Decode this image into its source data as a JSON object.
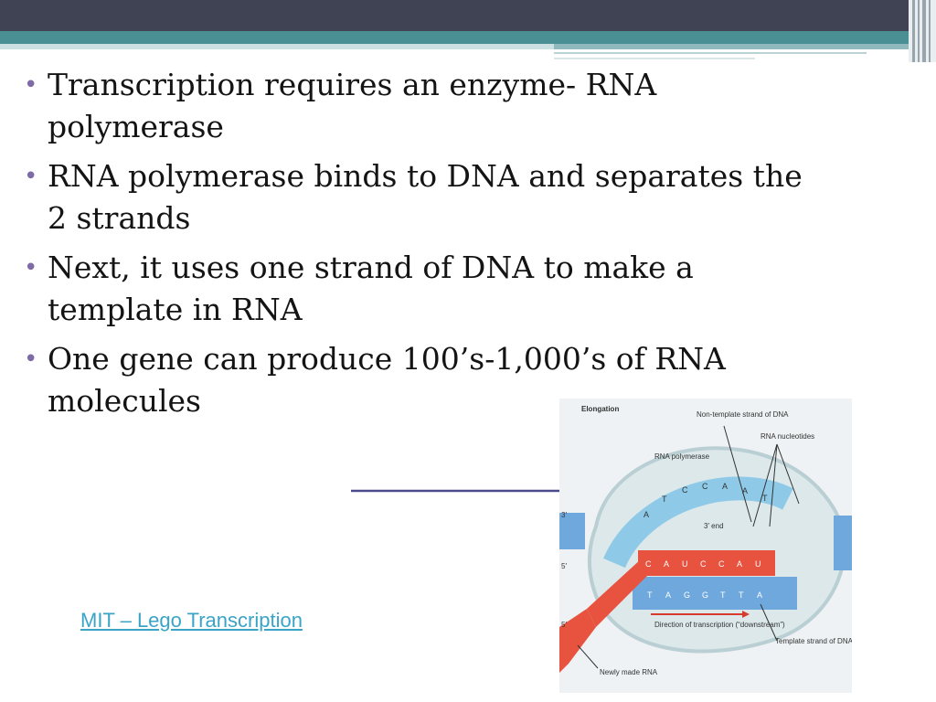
{
  "slide": {
    "bullets": [
      {
        "text": "Transcription requires an enzyme- RNA polymerase"
      },
      {
        "text": "RNA polymerase binds to DNA and separates the 2 strands"
      },
      {
        "text": "Next, it uses one strand of DNA to make a template in RNA"
      },
      {
        "text": "One gene can produce 100’s-1,000’s of RNA molecules"
      }
    ],
    "link_text": "MIT – Lego Transcription"
  },
  "figure": {
    "title": "Elongation",
    "labels": {
      "non_template": "Non-template strand of DNA",
      "rna_polymerase": "RNA polymerase",
      "rna_nucleotides": "RNA nucleotides",
      "three_end": "3′ end",
      "direction": "Direction of transcription (“downstream”)",
      "template": "Template strand of DNA",
      "newly_made": "Newly made RNA"
    },
    "end_marks": [
      "3′",
      "5′",
      "5′"
    ],
    "top_bases": [
      "A",
      "T",
      "C",
      "C",
      "A",
      "A",
      "T"
    ],
    "rna_bases": [
      "C",
      "A",
      "U",
      "C",
      "C",
      "A",
      "U"
    ],
    "bottom_bases": [
      "T",
      "A",
      "G",
      "G",
      "T",
      "T",
      "A"
    ],
    "colors": {
      "dna_top": "#8ec9e8",
      "dna_bottom": "#6fa8dc",
      "rna": "#e8533f",
      "bubble": "#dce8ea"
    }
  }
}
